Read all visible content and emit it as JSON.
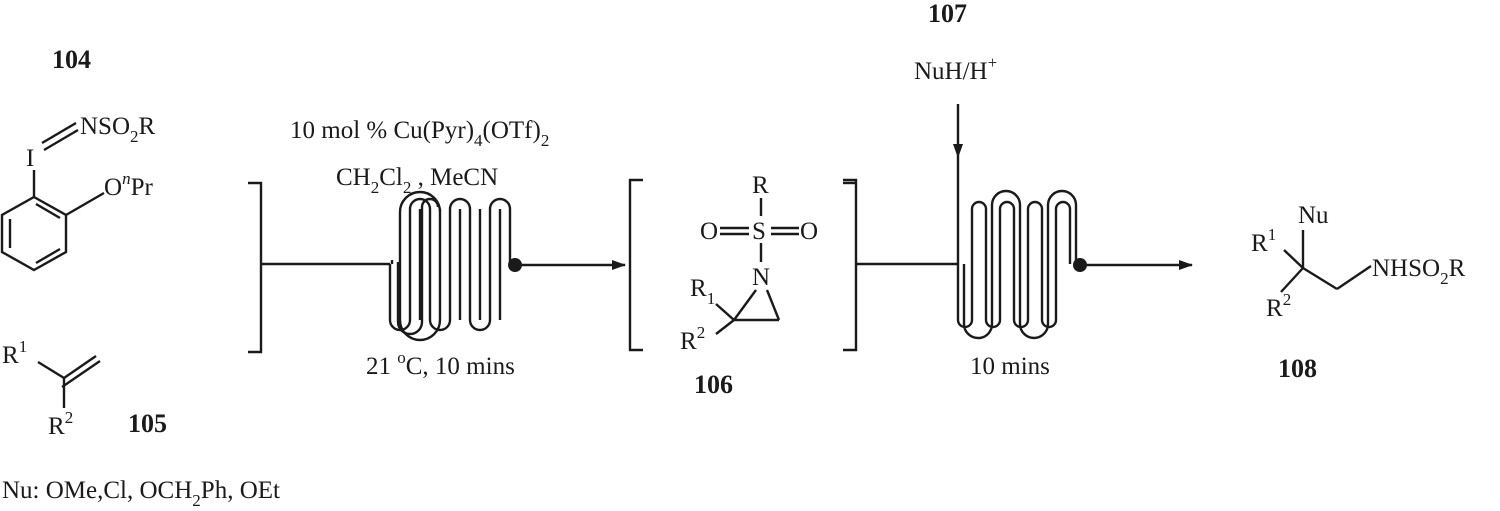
{
  "compounds": {
    "c104": "104",
    "c105": "105",
    "c106": "106",
    "c107": "107",
    "c108": "108"
  },
  "reagent_104": {
    "i": "I",
    "nso2r_pre": "NSO",
    "nso2r_sub": "2",
    "nso2r_post": "R",
    "o": "O",
    "n_sup": "n",
    "pr": "Pr"
  },
  "alkene_105": {
    "r": "R",
    "r1_sup": "1",
    "r2_sup": "2"
  },
  "step1": {
    "catalyst_pre": "10 mol % Cu(Pyr)",
    "catalyst_sub1": "4",
    "catalyst_mid": "(OTf)",
    "catalyst_sub2": "2",
    "solvent_pre": "CH",
    "solvent_sub1": "2",
    "solvent_cl": "Cl",
    "solvent_sub2": "2",
    "solvent_post": " , MeCN",
    "conditions": "21 ",
    "conditions_sup": "o",
    "conditions_post": "C, 10 mins"
  },
  "aziridine_106": {
    "r": "R",
    "s": "S",
    "o": "O",
    "n": "N",
    "r1_main": "R",
    "r1_sub": "1",
    "r2_main": "R",
    "r2_sup": "2"
  },
  "step2": {
    "reagent_pre": "NuH/H",
    "reagent_sup": "+",
    "time": "10 mins"
  },
  "product_108": {
    "nu": "Nu",
    "r": "R",
    "r1_sup": "1",
    "r2_sup": "2",
    "nh_pre": "NHSO",
    "nh_sub": "2",
    "nh_post": "R"
  },
  "footnote": {
    "pre": "Nu: OMe,Cl, OCH",
    "sub": "2",
    "post": "Ph, OEt"
  }
}
